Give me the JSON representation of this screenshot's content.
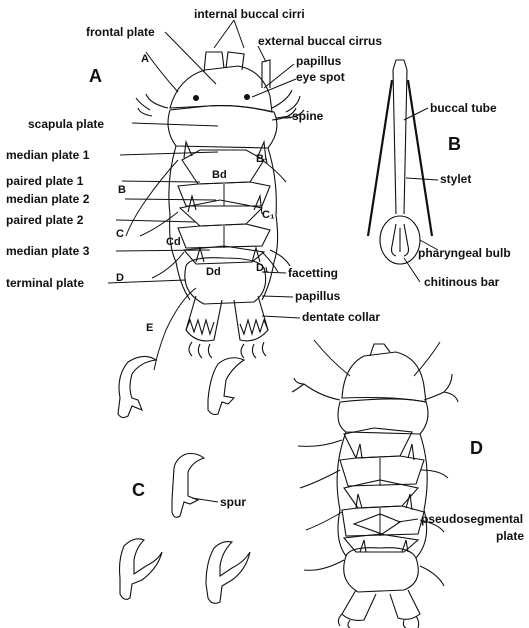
{
  "figure": {
    "panels": {
      "a": "A",
      "b": "B",
      "c": "C",
      "d": "D"
    },
    "panel_a": {
      "labels": {
        "internal_buccal_cirri": "internal buccal cirri",
        "frontal_plate": "frontal plate",
        "external_buccal_cirrus": "external buccal cirrus",
        "papillus_top": "papillus",
        "eye_spot": "eye spot",
        "spine": "spine",
        "scapula_plate": "scapula plate",
        "median_plate_1": "median plate 1",
        "paired_plate_1": "paired plate 1",
        "median_plate_2": "median plate 2",
        "paired_plate_2": "paired plate 2",
        "median_plate_3": "median plate 3",
        "terminal_plate": "terminal plate",
        "facetting": "facetting",
        "papillus_bottom": "papillus",
        "dentate_collar": "dentate collar"
      },
      "cirrus_letters": {
        "a": "A",
        "b": "B",
        "c": "C",
        "d": "D",
        "e": "E",
        "bd": "Bd",
        "b1": "B₁",
        "c1": "C₁",
        "cd": "Cd",
        "dd": "Dd",
        "d1": "D₁"
      }
    },
    "panel_b": {
      "labels": {
        "buccal_tube": "buccal tube",
        "stylet": "stylet",
        "pharyngeal_bulb": "pharyngeal bulb",
        "chitinous_bar": "chitinous bar"
      }
    },
    "panel_c": {
      "labels": {
        "spur": "spur"
      }
    },
    "panel_d": {
      "labels": {
        "pseudosegmental": "pseudosegmental",
        "plate": "plate"
      }
    }
  }
}
